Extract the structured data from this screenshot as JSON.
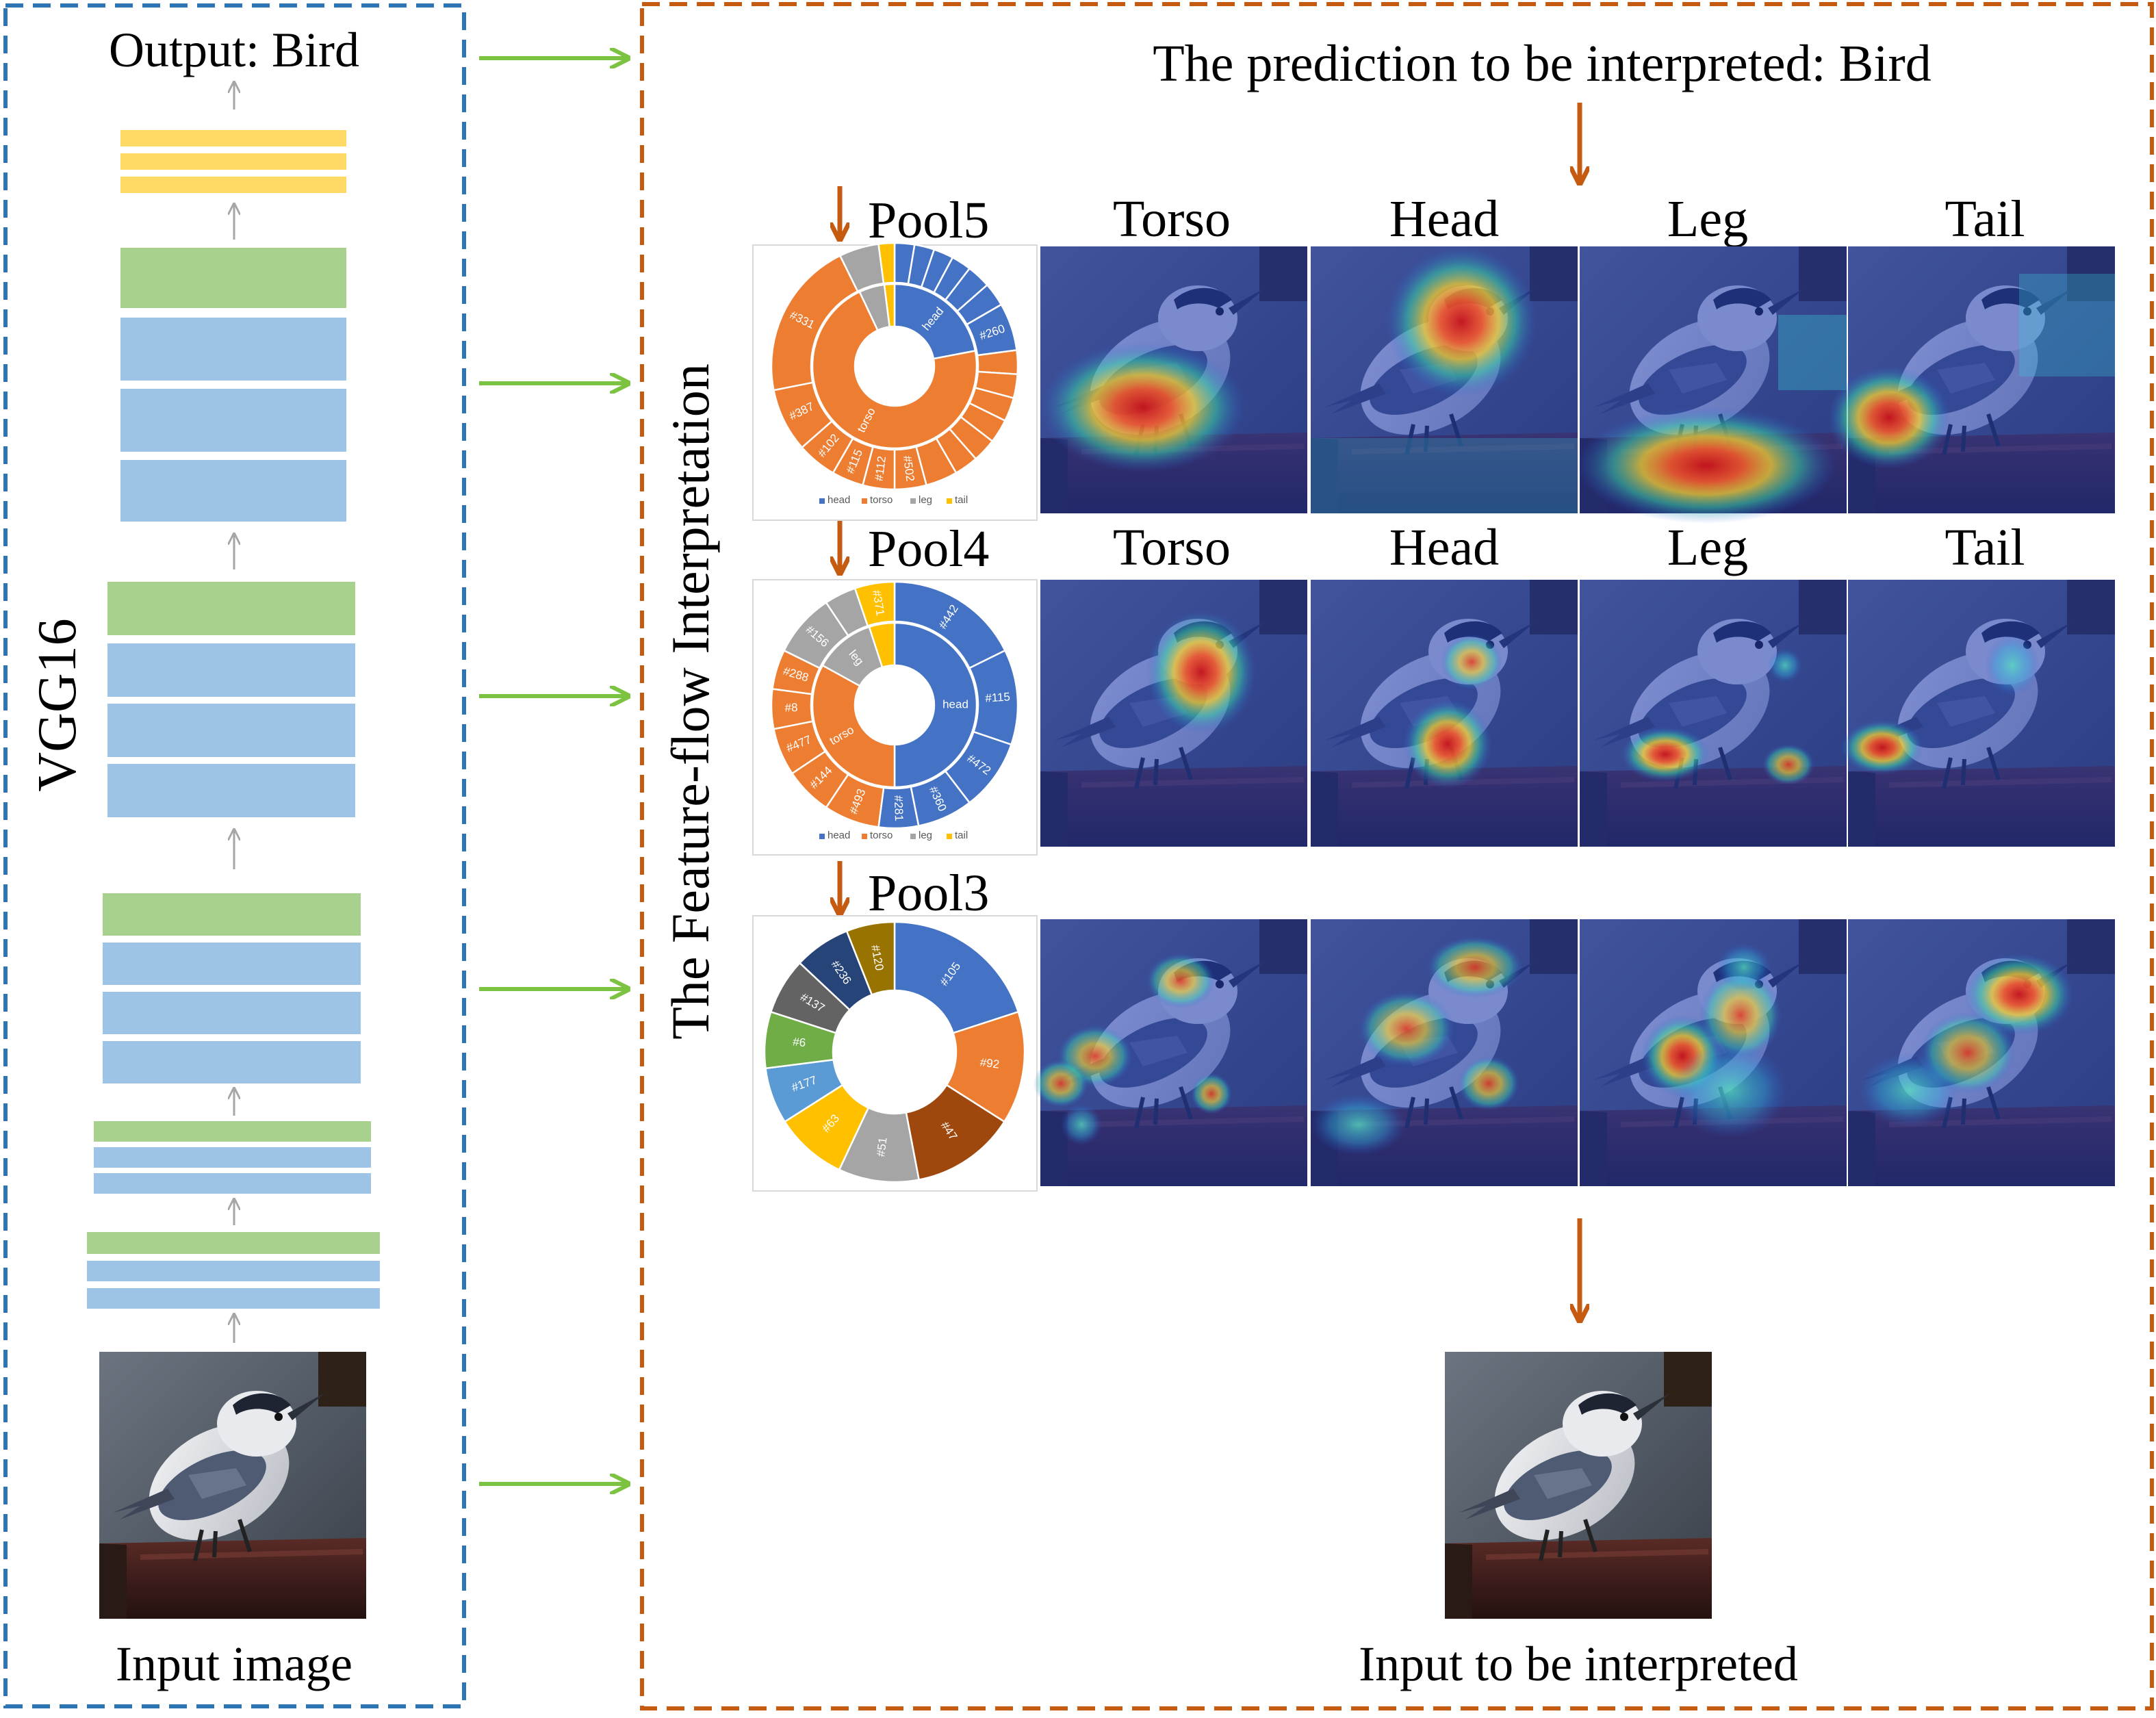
{
  "left_panel": {
    "output_label": "Output: Bird",
    "model_label": "VGG16",
    "input_label": "Input image"
  },
  "right_panel": {
    "prediction_label": "The prediction to be interpreted: Bird",
    "vertical_title": "The Feature-flow Interpretation",
    "input_label": "Input to be interpreted",
    "layers": [
      {
        "name": "Pool5",
        "column_labels": [
          "Torso",
          "Head",
          "Leg",
          "Tail"
        ],
        "donut": {
          "inner": [
            {
              "label": "head",
              "value": 22,
              "color": "#4472c4"
            },
            {
              "label": "torso",
              "value": 71,
              "color": "#ed7d31"
            },
            {
              "label": "",
              "value": 5,
              "color": "#a5a5a5"
            },
            {
              "label": "",
              "value": 2,
              "color": "#ffc000"
            }
          ],
          "outer": [
            {
              "label": "",
              "value": 2.5,
              "color": "#4472c4"
            },
            {
              "label": "",
              "value": 2.5,
              "color": "#4472c4"
            },
            {
              "label": "",
              "value": 2.5,
              "color": "#4472c4"
            },
            {
              "label": "",
              "value": 2.5,
              "color": "#4472c4"
            },
            {
              "label": "",
              "value": 3,
              "color": "#4472c4"
            },
            {
              "label": "",
              "value": 3,
              "color": "#4472c4"
            },
            {
              "label": "#260",
              "value": 6,
              "color": "#4472c4"
            },
            {
              "label": "",
              "value": 3,
              "color": "#ed7d31"
            },
            {
              "label": "",
              "value": 3,
              "color": "#ed7d31"
            },
            {
              "label": "",
              "value": 3,
              "color": "#ed7d31"
            },
            {
              "label": "",
              "value": 3,
              "color": "#ed7d31"
            },
            {
              "label": "",
              "value": 3,
              "color": "#ed7d31"
            },
            {
              "label": "",
              "value": 3,
              "color": "#ed7d31"
            },
            {
              "label": "",
              "value": 4,
              "color": "#ed7d31"
            },
            {
              "label": "#502",
              "value": 4,
              "color": "#ed7d31"
            },
            {
              "label": "#112",
              "value": 4,
              "color": "#ed7d31"
            },
            {
              "label": "#115",
              "value": 4,
              "color": "#ed7d31"
            },
            {
              "label": "#102",
              "value": 5,
              "color": "#ed7d31"
            },
            {
              "label": "#387",
              "value": 8,
              "color": "#ed7d31"
            },
            {
              "label": "#331",
              "value": 20,
              "color": "#ed7d31"
            },
            {
              "label": "",
              "value": 5,
              "color": "#a5a5a5"
            },
            {
              "label": "",
              "value": 2,
              "color": "#ffc000"
            }
          ],
          "legend": [
            "head",
            "torso",
            "leg",
            "tail"
          ]
        }
      },
      {
        "name": "Pool4",
        "column_labels": [
          "Torso",
          "Head",
          "Leg",
          "Tail"
        ],
        "donut": {
          "inner": [
            {
              "label": "head",
              "value": 50,
              "color": "#4472c4"
            },
            {
              "label": "torso",
              "value": 33,
              "color": "#ed7d31"
            },
            {
              "label": "leg",
              "value": 12,
              "color": "#a5a5a5"
            },
            {
              "label": "",
              "value": 5,
              "color": "#ffc000"
            }
          ],
          "outer": [
            {
              "label": "#442",
              "value": 17,
              "color": "#4472c4"
            },
            {
              "label": "#115",
              "value": 12,
              "color": "#4472c4"
            },
            {
              "label": "#472",
              "value": 9,
              "color": "#4472c4"
            },
            {
              "label": "#360",
              "value": 7,
              "color": "#4472c4"
            },
            {
              "label": "#281",
              "value": 5,
              "color": "#4472c4"
            },
            {
              "label": "#493",
              "value": 7,
              "color": "#ed7d31"
            },
            {
              "label": "#144",
              "value": 6,
              "color": "#ed7d31"
            },
            {
              "label": "#477",
              "value": 6,
              "color": "#ed7d31"
            },
            {
              "label": "#8",
              "value": 5,
              "color": "#ed7d31"
            },
            {
              "label": "#288",
              "value": 5,
              "color": "#ed7d31"
            },
            {
              "label": "#156",
              "value": 8,
              "color": "#a5a5a5"
            },
            {
              "label": "",
              "value": 4,
              "color": "#a5a5a5"
            },
            {
              "label": "#371",
              "value": 5,
              "color": "#ffc000"
            }
          ],
          "legend": [
            "head",
            "torso",
            "leg",
            "tail"
          ]
        }
      },
      {
        "name": "Pool3",
        "column_labels": [],
        "donut": {
          "inner": [],
          "outer": [
            {
              "label": "#105",
              "value": 20,
              "color": "#4472c4"
            },
            {
              "label": "#92",
              "value": 14,
              "color": "#ed7d31"
            },
            {
              "label": "#47",
              "value": 13,
              "color": "#9e480e"
            },
            {
              "label": "#51",
              "value": 10,
              "color": "#a5a5a5"
            },
            {
              "label": "#63",
              "value": 9,
              "color": "#ffc000"
            },
            {
              "label": "#177",
              "value": 7,
              "color": "#5b9bd5"
            },
            {
              "label": "#6",
              "value": 7,
              "color": "#70ad47"
            },
            {
              "label": "#137",
              "value": 7,
              "color": "#636363"
            },
            {
              "label": "#236",
              "value": 7,
              "color": "#264478"
            },
            {
              "label": "#120",
              "value": 6,
              "color": "#997300"
            }
          ],
          "legend": []
        }
      }
    ]
  }
}
